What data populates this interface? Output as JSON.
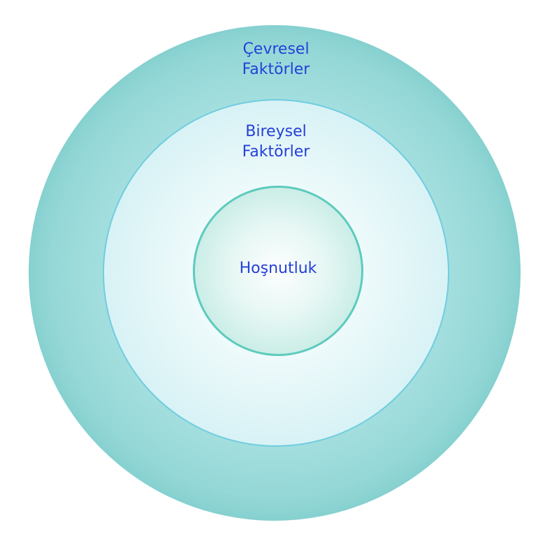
{
  "diagram": {
    "outer": {
      "line1": "Çevresel",
      "line2": "Faktörler"
    },
    "middle": {
      "line1": "Bireysel",
      "line2": "Faktörler"
    },
    "inner": {
      "label": "Hoşnutluk"
    }
  },
  "colors": {
    "outer_fill": "#8fd6d4",
    "middle_fill": "#d5f1f4",
    "middle_border": "#6fcde0",
    "inner_fill": "#bfe9e1",
    "inner_border": "#5ccbbd",
    "text": "#2440d8"
  }
}
